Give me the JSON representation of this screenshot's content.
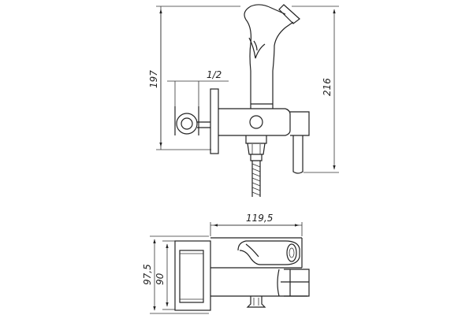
{
  "drawing": {
    "front_view": {
      "dim_height_197": "197",
      "dim_height_216": "216",
      "dim_thread": "1/2"
    },
    "top_view": {
      "dim_width_119_5": "119,5",
      "dim_height_97_5": "97,5",
      "dim_height_90": "90"
    }
  }
}
